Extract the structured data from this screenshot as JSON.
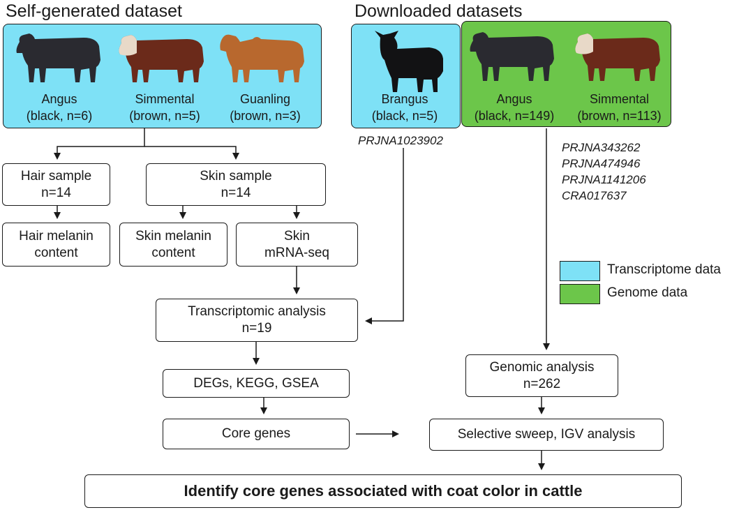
{
  "sections": {
    "self_title": "Self-generated dataset",
    "download_title": "Downloaded datasets"
  },
  "self_cattle": [
    {
      "breed": "Angus",
      "detail": "(black, n=6)",
      "color": "#2a2a30"
    },
    {
      "breed": "Simmental",
      "detail": "(brown, n=5)",
      "color": "#6b2a1a"
    },
    {
      "breed": "Guanling",
      "detail": "(brown, n=3)",
      "color": "#b8682e"
    }
  ],
  "transcriptome_download": {
    "breed": "Brangus",
    "detail": "(black, n=5)",
    "color": "#121214",
    "accession": "PRJNA1023902"
  },
  "genome_download": [
    {
      "breed": "Angus",
      "detail": "(black, n=149)",
      "color": "#2a2a30"
    },
    {
      "breed": "Simmental",
      "detail": "(brown, n=113)",
      "color": "#6b2a1a"
    }
  ],
  "genome_accessions": [
    "PRJNA343262",
    "PRJNA474946",
    "PRJNA1141206",
    "CRA017637"
  ],
  "boxes": {
    "hair_sample": {
      "line1": "Hair sample",
      "line2": "n=14"
    },
    "skin_sample": {
      "line1": "Skin sample",
      "line2": "n=14"
    },
    "hair_melanin": {
      "line1": "Hair melanin",
      "line2": "content"
    },
    "skin_melanin": {
      "line1": "Skin melanin",
      "line2": "content"
    },
    "skin_mrna": {
      "line1": "Skin",
      "line2": "mRNA-seq"
    },
    "transcriptomic": {
      "line1": "Transcriptomic analysis",
      "line2": "n=19"
    },
    "degs": {
      "line1": "DEGs, KEGG, GSEA"
    },
    "core_genes": {
      "line1": "Core genes"
    },
    "genomic": {
      "line1": "Genomic analysis",
      "line2": "n=262"
    },
    "selective": {
      "line1": "Selective sweep, IGV analysis"
    },
    "final": {
      "line1": "Identify core genes associated with coat color in cattle"
    }
  },
  "legend": [
    {
      "label": "Transcriptome data",
      "color": "#7ee1f6"
    },
    {
      "label": "Genome data",
      "color": "#6cc64a"
    }
  ]
}
